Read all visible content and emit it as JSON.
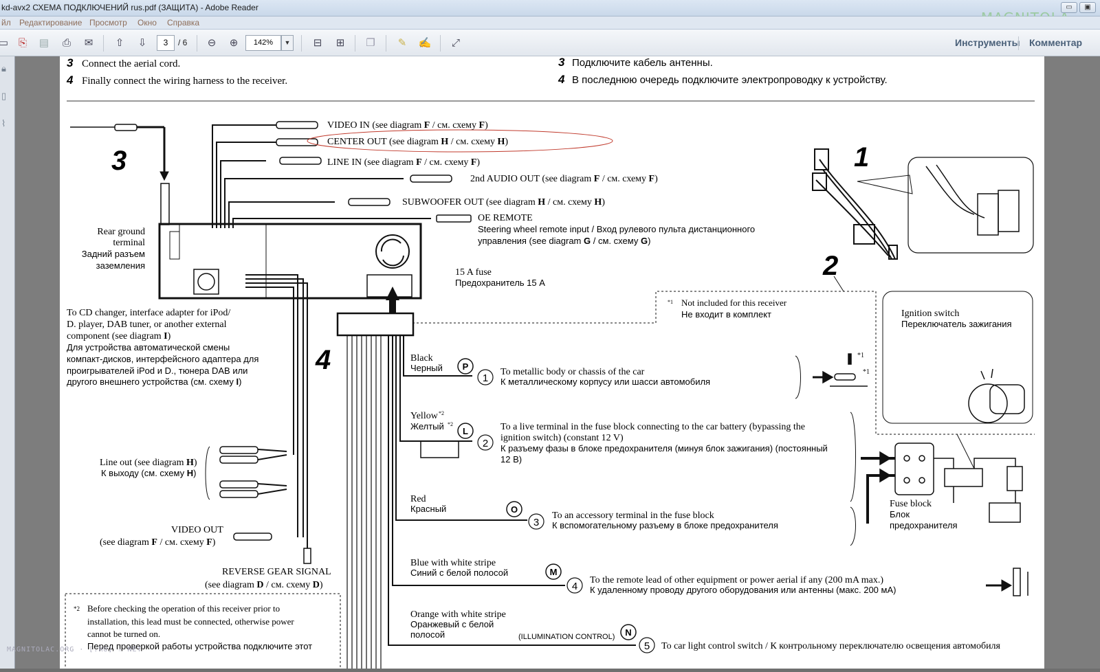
{
  "window": {
    "title": "kd-avx2 СХЕМА ПОДКЛЮЧЕНИЙ rus.pdf (ЗАЩИТА) - Adobe Reader",
    "logo_text": "MAGNITOLA",
    "min_label": "▭",
    "max_label": "▣"
  },
  "menu": {
    "items": [
      "йл",
      "Редактирование",
      "Просмотр",
      "Окно",
      "Справка"
    ]
  },
  "toolbar": {
    "page_current": "3",
    "page_total": "/ 6",
    "zoom": "142%",
    "tools_label": "Инструменты",
    "comment_label": "Комментар"
  },
  "document": {
    "steps": {
      "en3_num": "3",
      "en3": "Connect the aerial cord.",
      "en4_num": "4",
      "en4": "Finally connect the wiring harness to the receiver.",
      "ru3_num": "3",
      "ru3": "Подключите кабель антенны.",
      "ru4_num": "4",
      "ru4": "В последнюю очередь подключите электропроводку к устройству."
    },
    "callouts": {
      "c1": "1",
      "c2": "2",
      "c3": "3",
      "c4": "4"
    },
    "connectors": {
      "video_in_a": "VIDEO IN (see diagram",
      "video_in_b": "/ см. схему",
      "center_out_a": "CENTER OUT (see diagram",
      "center_out_b": "/ см. схему",
      "line_in_a": "LINE IN (see diagram",
      "line_in_b": "/ см. схему",
      "audio2_a": "2nd AUDIO OUT (see diagram",
      "audio2_b": "/ см. схему",
      "sub_a": "SUBWOOFER OUT (see diagram",
      "sub_b": "/ см. схему",
      "oe_remote": "OE REMOTE",
      "steering_1": "Steering wheel remote input / Вход рулевого пульта дистанционного",
      "steering_2a": "управления (see diagram",
      "steering_2b": "/ см. схему",
      "fuse_en": "15 A fuse",
      "fuse_ru": "Предохранитель 15 A",
      "rear_ground_en1": "Rear ground",
      "rear_ground_en2": "terminal",
      "rear_ground_ru1": "Задний разъем",
      "rear_ground_ru2": "заземления",
      "cd_en1": "To CD changer, interface adapter for iPod/",
      "cd_en2": "D. player, DAB tuner, or another external",
      "cd_en3": "component (see diagram",
      "cd_ru1": "Для устройства автоматической смены",
      "cd_ru2": "компакт-дисков, интерфейсного адаптера для",
      "cd_ru3": "проигрывателей iPod и D., тюнера DAB или",
      "cd_ru4": "другого внешнего устройства (см. схему",
      "lineout_en": "Line out (see diagram",
      "lineout_ru": "К выходу (см. схему",
      "videoout_1": "VIDEO OUT",
      "videoout_2a": "(see diagram",
      "videoout_2b": "/ см. схему",
      "reverse_1": "REVERSE GEAR SIGNAL",
      "reverse_2a": "(see diagram",
      "reverse_2b": "/ см. схему",
      "ref_f": "F",
      "ref_h": "H",
      "ref_g": "G",
      "ref_i": "I",
      "ref_d": "D",
      "paren": ")"
    },
    "notes": {
      "star1": "*1",
      "star2": "*2",
      "not_incl_en": "Not included for this receiver",
      "not_incl_ru": "Не входит в комплект",
      "ign_en": "Ignition switch",
      "ign_ru": "Переключатель зажигания",
      "fuse_block_1": "Fuse block",
      "fuse_block_2": "Блок",
      "fuse_block_3": "предохранителя",
      "before_1": "Before checking the operation of this receiver prior to",
      "before_2": "installation, this lead must be connected, otherwise power",
      "before_3": "cannot be turned on.",
      "before_ru": "Перед проверкой работы устройства подключите этот"
    },
    "wires": {
      "black_en": "Black",
      "black_ru": "Черный",
      "black_letter": "P",
      "black_num": "1",
      "black_desc_en": "To metallic body or chassis of the car",
      "black_desc_ru": "К металлическому корпусу или шасси автомобиля",
      "yellow_en": "Yellow",
      "yellow_ru": "Желтый",
      "yellow_letter": "L",
      "yellow_num": "2",
      "yellow_desc_1": "To a live terminal in the fuse block connecting to the car battery (bypassing the",
      "yellow_desc_2": "ignition switch) (constant 12 V)",
      "yellow_desc_3": "К разъему фазы в блоке предохранителя (минуя блок зажигания) (постоянный",
      "yellow_desc_4": "12 В)",
      "red_en": "Red",
      "red_ru": "Красный",
      "red_letter": "O",
      "red_num": "3",
      "red_desc_en": "To an accessory terminal in the fuse block",
      "red_desc_ru": "К вспомогательному разъему в блоке предохранителя",
      "blue_en": "Blue with white stripe",
      "blue_ru": "Синий с белой полосой",
      "blue_letter": "M",
      "blue_num": "4",
      "blue_desc_en": "To the remote lead of other equipment or power aerial if any (200 mA max.)",
      "blue_desc_ru": "К удаленному проводу другого оборудования или антенны (макс. 200 мА)",
      "orange_en": "Orange with white stripe",
      "orange_ru1": "Оранжевый с белой",
      "orange_ru2": "полосой",
      "orange_letter": "N",
      "orange_num": "5",
      "illum": "(ILLUMINATION CONTROL)",
      "orange_desc": "To car light control switch / К контрольному переключателю освещения автомобиля"
    },
    "footer_url": "MAGNITOLAC.ORG · [.RU] ☆ NET"
  }
}
